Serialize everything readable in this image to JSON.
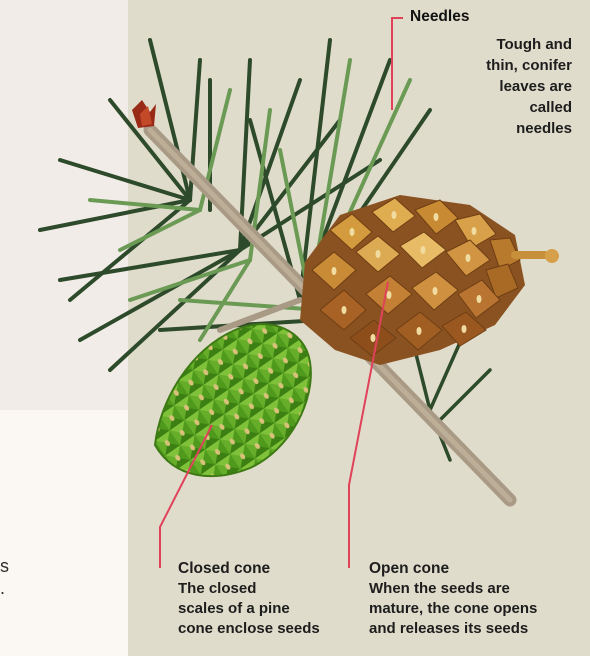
{
  "labels": {
    "needles": {
      "title": "Needles",
      "body_lines": [
        "Tough and",
        "thin, conifer",
        "leaves are",
        "called",
        "needles"
      ]
    },
    "closed_cone": {
      "title": "Closed cone",
      "body_lines": [
        "The closed",
        "scales of a pine",
        "cone enclose seeds"
      ]
    },
    "open_cone": {
      "title": "Open cone",
      "body_lines": [
        "When the seeds are",
        "mature, the cone opens",
        "and releases its seeds"
      ]
    }
  },
  "stray_text": [
    "s",
    "."
  ],
  "colors": {
    "pointer_line": "#e0425a",
    "panel_background": "#e0dccb",
    "needle_dark": "#2d4a2a",
    "needle_light": "#6b9a55",
    "branch": "#a99a86",
    "closed_cone": "#5aa51f",
    "open_cone": "#c0862e"
  }
}
